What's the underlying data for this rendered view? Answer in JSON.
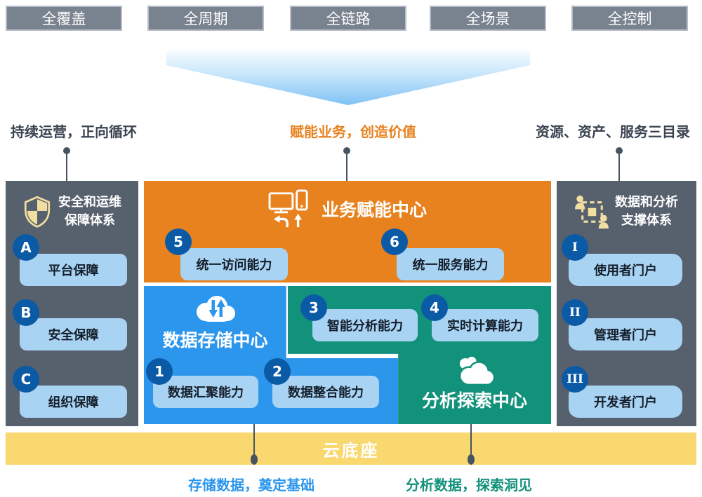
{
  "colors": {
    "top_box_bg": "#79828F",
    "top_box_border": "#B7BDC6",
    "arrow_blue": "#7FC2F4",
    "side_panel_bg": "#57606D",
    "orange_panel": "#E8821E",
    "blue_panel": "#2B96EC",
    "teal_panel": "#12917B",
    "yellow_bar": "#FAD870",
    "pill_bg": "#A9D3F3",
    "badge_bg": "#0B5AA6",
    "connector": "#465363",
    "dark_label": "#3A4350",
    "icon_cream": "#F3DEA2"
  },
  "top_boxes": [
    {
      "label": "全覆盖"
    },
    {
      "label": "全周期"
    },
    {
      "label": "全链路"
    },
    {
      "label": "全场景"
    },
    {
      "label": "全控制"
    }
  ],
  "annotations": {
    "left": "持续运营，正向循环",
    "center": "赋能业务，创造价值",
    "right": "资源、资产、服务三目录",
    "bottom_left": "存储数据，奠定基础",
    "bottom_right": "分析数据，探索洞见"
  },
  "security_panel": {
    "title_line1": "安全和运维",
    "title_line2": "保障体系",
    "items": [
      {
        "badge": "A",
        "label": "平台保障"
      },
      {
        "badge": "B",
        "label": "安全保障"
      },
      {
        "badge": "C",
        "label": "组织保障"
      }
    ]
  },
  "business_center": {
    "title": "业务赋能中心",
    "items": [
      {
        "badge": "5",
        "label": "统一访问能力"
      },
      {
        "badge": "6",
        "label": "统一服务能力"
      }
    ]
  },
  "storage_center": {
    "title": "数据存储中心",
    "items": [
      {
        "badge": "1",
        "label": "数据汇聚能力"
      },
      {
        "badge": "2",
        "label": "数据整合能力"
      }
    ]
  },
  "analysis_center": {
    "title": "分析探索中心",
    "items": [
      {
        "badge": "3",
        "label": "智能分析能力"
      },
      {
        "badge": "4",
        "label": "实时计算能力"
      }
    ]
  },
  "support_panel": {
    "title_line1": "数据和分析",
    "title_line2": "支撑体系",
    "items": [
      {
        "badge": "I",
        "label": "使用者门户"
      },
      {
        "badge": "II",
        "label": "管理者门户"
      },
      {
        "badge": "III",
        "label": "开发者门户"
      }
    ]
  },
  "cloud_base": {
    "label": "云底座"
  }
}
